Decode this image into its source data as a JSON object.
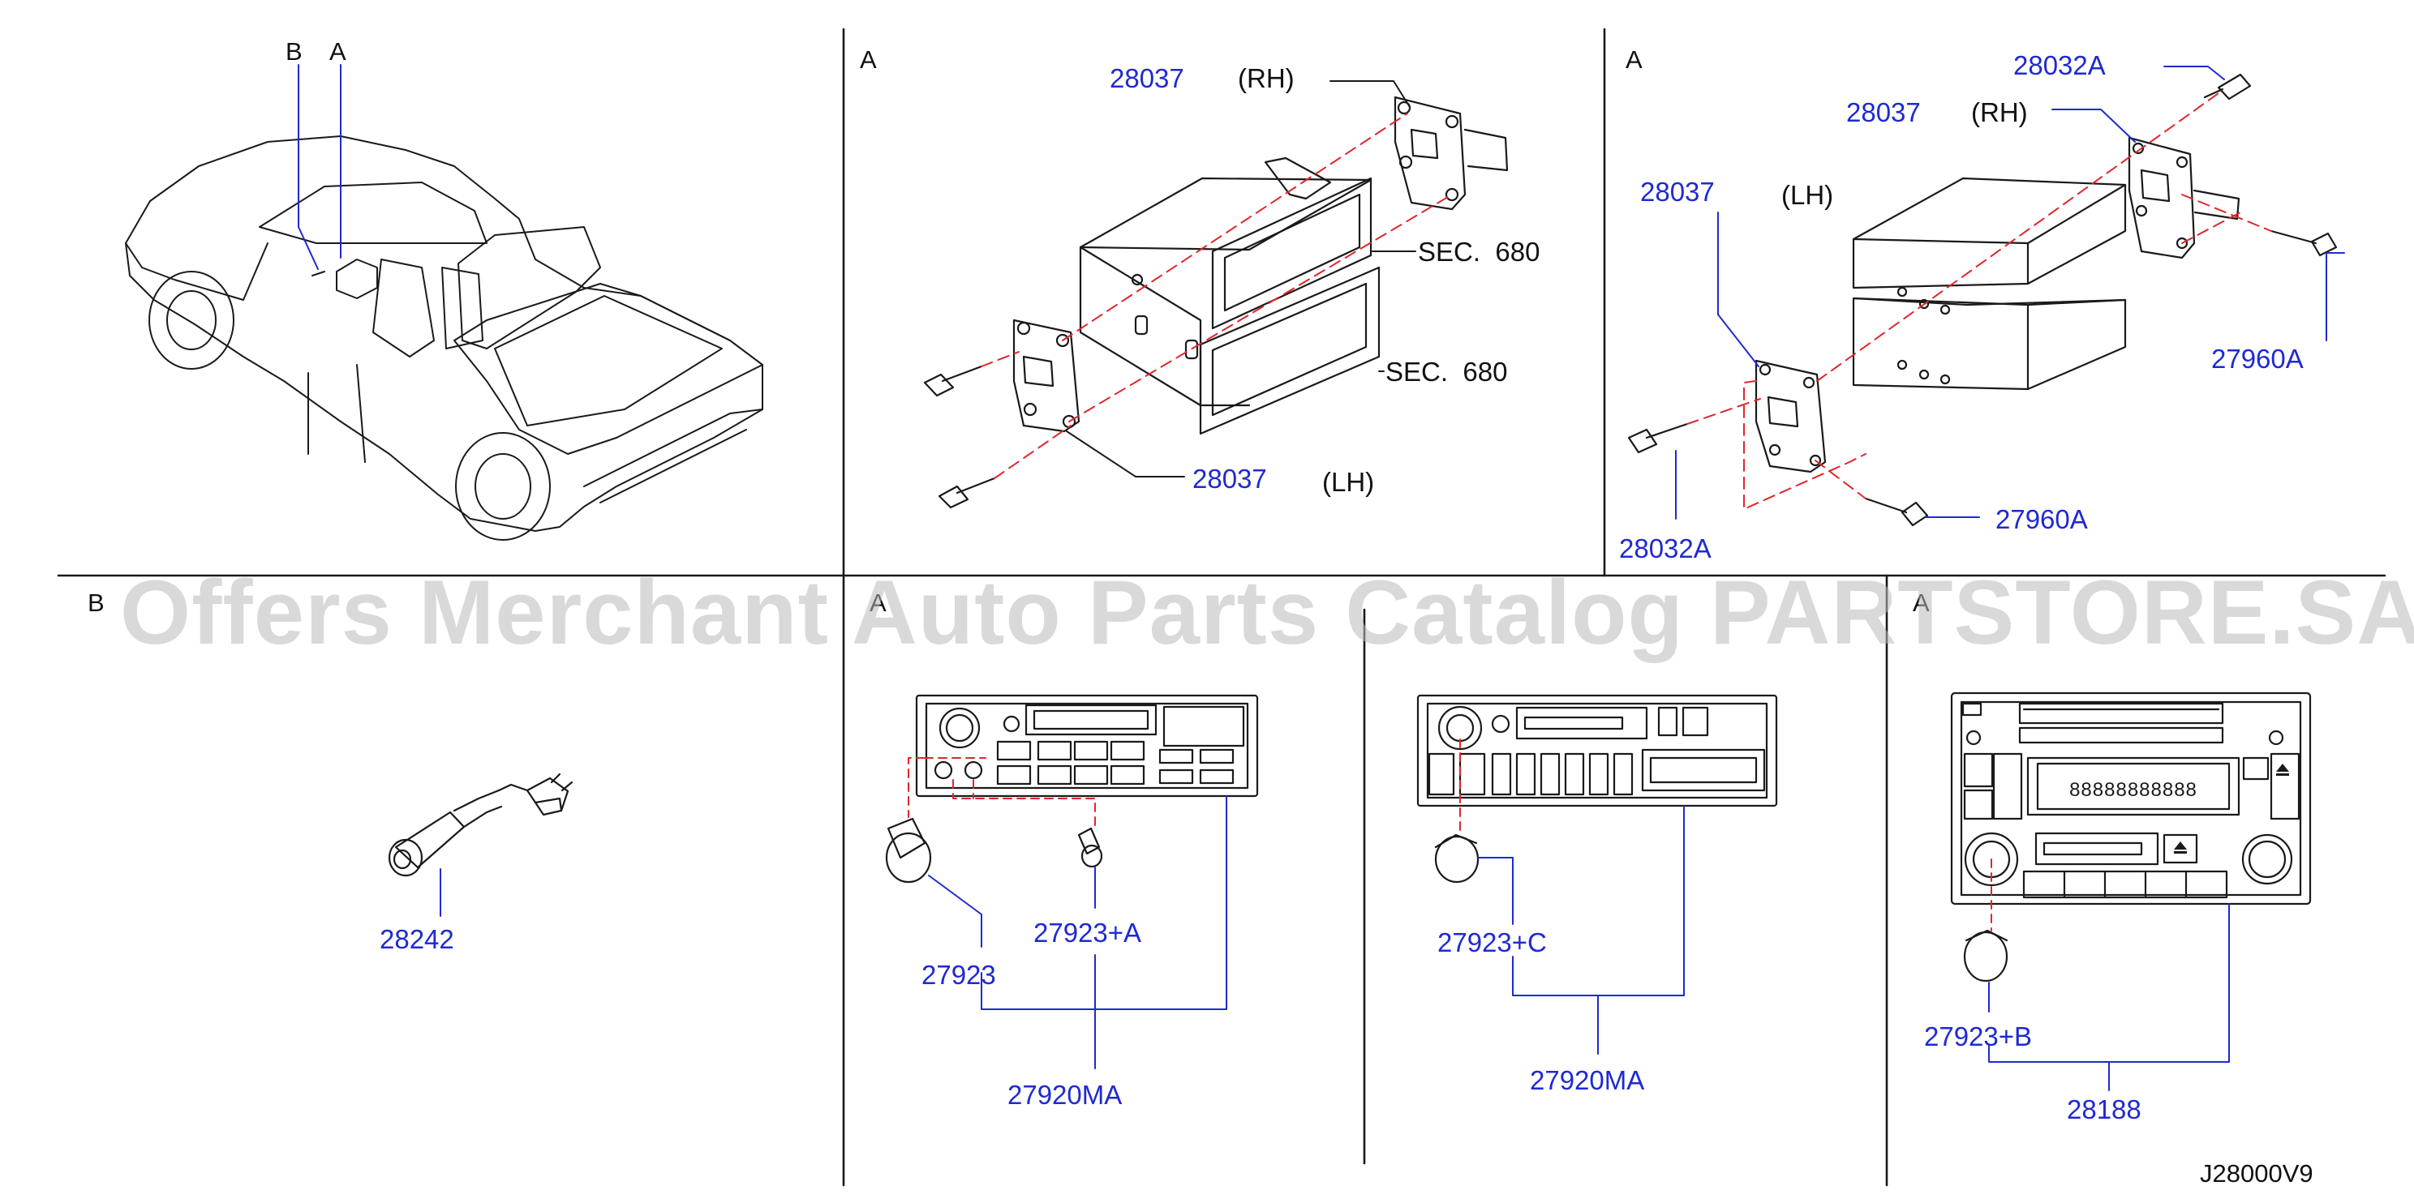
{
  "watermark": "Offers Merchant Auto Parts Catalog PARTSTORE.SA",
  "diagram_id": "J28000V9",
  "colors": {
    "part_number": "#1f2ad1",
    "leader_dash": "#e0262b",
    "line": "#1a1a1a"
  },
  "panels": {
    "truck": {
      "letter_b": "B",
      "letter_a": "A"
    },
    "bracket_single": {
      "letter": "A",
      "rh_part": "28037",
      "rh_side": "(RH)",
      "lh_part": "28037",
      "lh_side": "(LH)",
      "sec_upper": "SEC.  680",
      "sec_lower": "SEC.  680"
    },
    "bracket_double": {
      "letter": "A",
      "screw_top": "28032A",
      "rh_part": "28037",
      "rh_side": "(RH)",
      "lh_part": "28037",
      "lh_side": "(LH)",
      "screw_right": "27960A",
      "screw_bottom": "27960A",
      "screw_left": "28032A"
    },
    "antenna": {
      "letter": "B",
      "part": "28242"
    },
    "radio_1": {
      "letter": "A",
      "knob": "27923",
      "knob_small": "27923+A",
      "unit": "27920MA"
    },
    "radio_2": {
      "knob": "27923+C",
      "unit": "27920MA"
    },
    "radio_3": {
      "letter": "A",
      "knob": "27923+B",
      "unit": "28188",
      "display_text": "88888888888"
    }
  }
}
